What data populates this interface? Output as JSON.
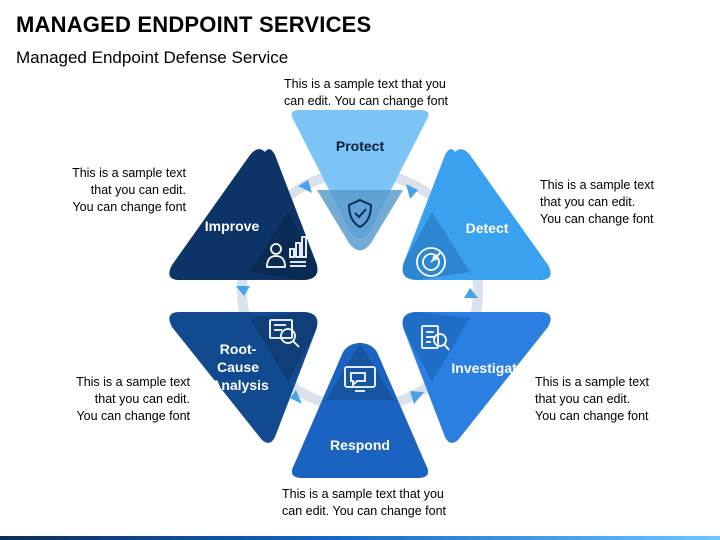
{
  "header": {
    "title": "MANAGED ENDPOINT SERVICES",
    "subtitle": "Managed Endpoint Defense Service"
  },
  "stages": [
    {
      "label_lines": [
        "Protect"
      ],
      "icon": "shield-check-icon",
      "color": "#7cc4f5",
      "text_color": "#0b1b33",
      "description": [
        "This is a sample text that you",
        "can edit. You can change font"
      ]
    },
    {
      "label_lines": [
        "Detect"
      ],
      "icon": "radar-icon",
      "color": "#3aa0f0",
      "text_color": "#ffffff",
      "description": [
        "This is a sample text",
        "that you can edit.",
        "You can change font"
      ]
    },
    {
      "label_lines": [
        "Investigate"
      ],
      "icon": "document-magnifier-icon",
      "color": "#2a7fe0",
      "text_color": "#ffffff",
      "description": [
        "This is a sample text",
        "that you can edit.",
        "You can change font"
      ]
    },
    {
      "label_lines": [
        "Respond"
      ],
      "icon": "monitor-chat-icon",
      "color": "#1b63c0",
      "text_color": "#ffffff",
      "description": [
        "This is a sample text that you",
        "can edit. You can change font"
      ]
    },
    {
      "label_lines": [
        "Root-",
        "Cause",
        "Analysis"
      ],
      "icon": "report-magnifier-icon",
      "color": "#124a8f",
      "text_color": "#ffffff",
      "description": [
        "This is a sample text",
        "that you can edit.",
        "You can change font"
      ]
    },
    {
      "label_lines": [
        "Improve"
      ],
      "icon": "person-growth-chart-icon",
      "color": "#0c3466",
      "text_color": "#ffffff",
      "description": [
        "This is a sample text",
        "that you can edit.",
        "You can change font"
      ]
    }
  ],
  "colors": {
    "ring": "#ffffff",
    "ring_stroke": "#dbe4ee",
    "arrow": "#4aa3e8"
  }
}
